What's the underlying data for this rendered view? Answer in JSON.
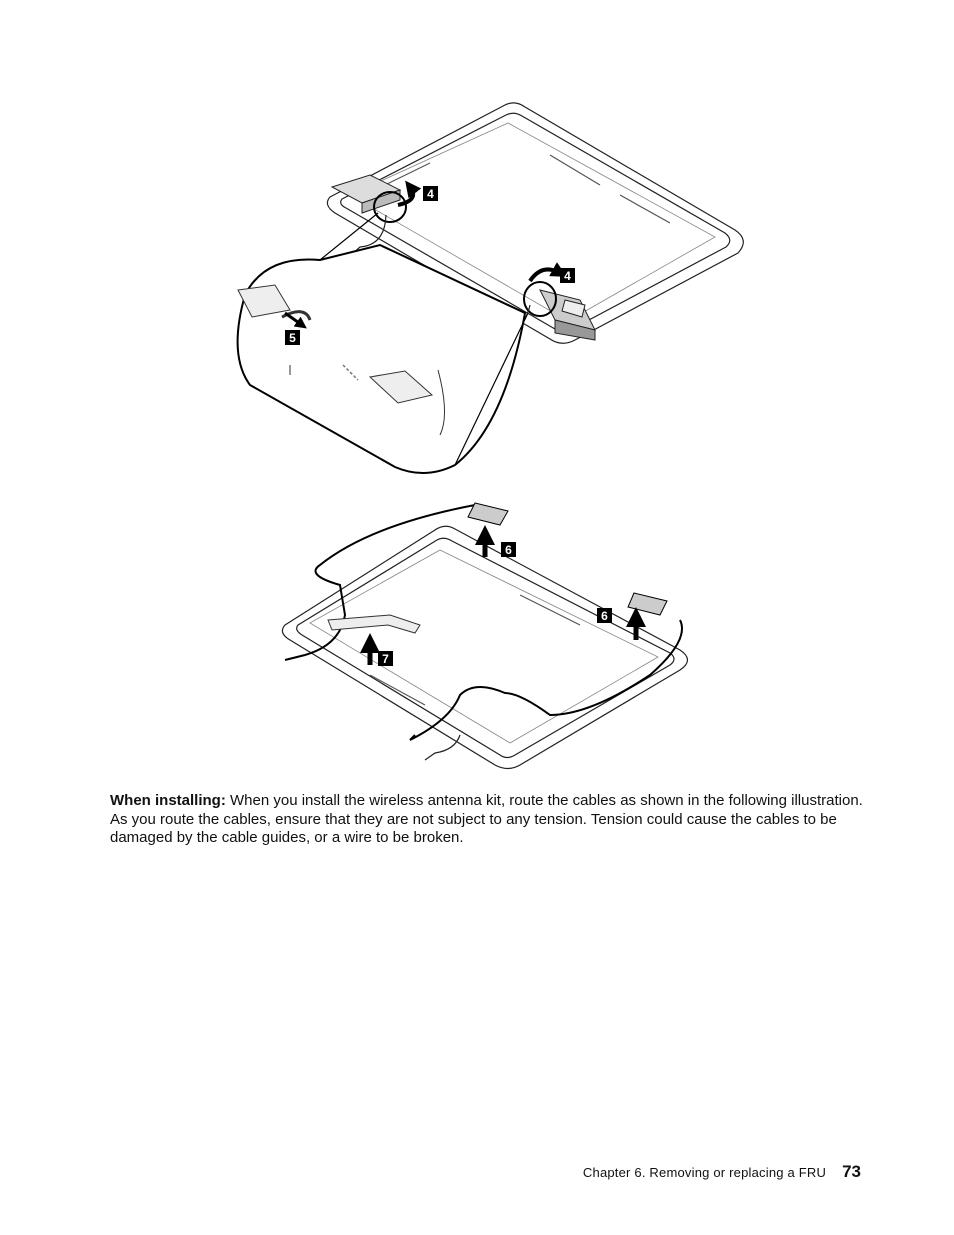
{
  "figure": {
    "callouts": [
      "4",
      "4",
      "5",
      "6",
      "6",
      "7"
    ]
  },
  "body": {
    "lead": "When installing:",
    "text": "When you install the wireless antenna kit, route the cables as shown in the following illustration. As you route the cables, ensure that they are not subject to any tension. Tension could cause the cables to be damaged by the cable guides, or a wire to be broken."
  },
  "footer": {
    "chapter": "Chapter 6. Removing or replacing a FRU",
    "page": "73"
  }
}
